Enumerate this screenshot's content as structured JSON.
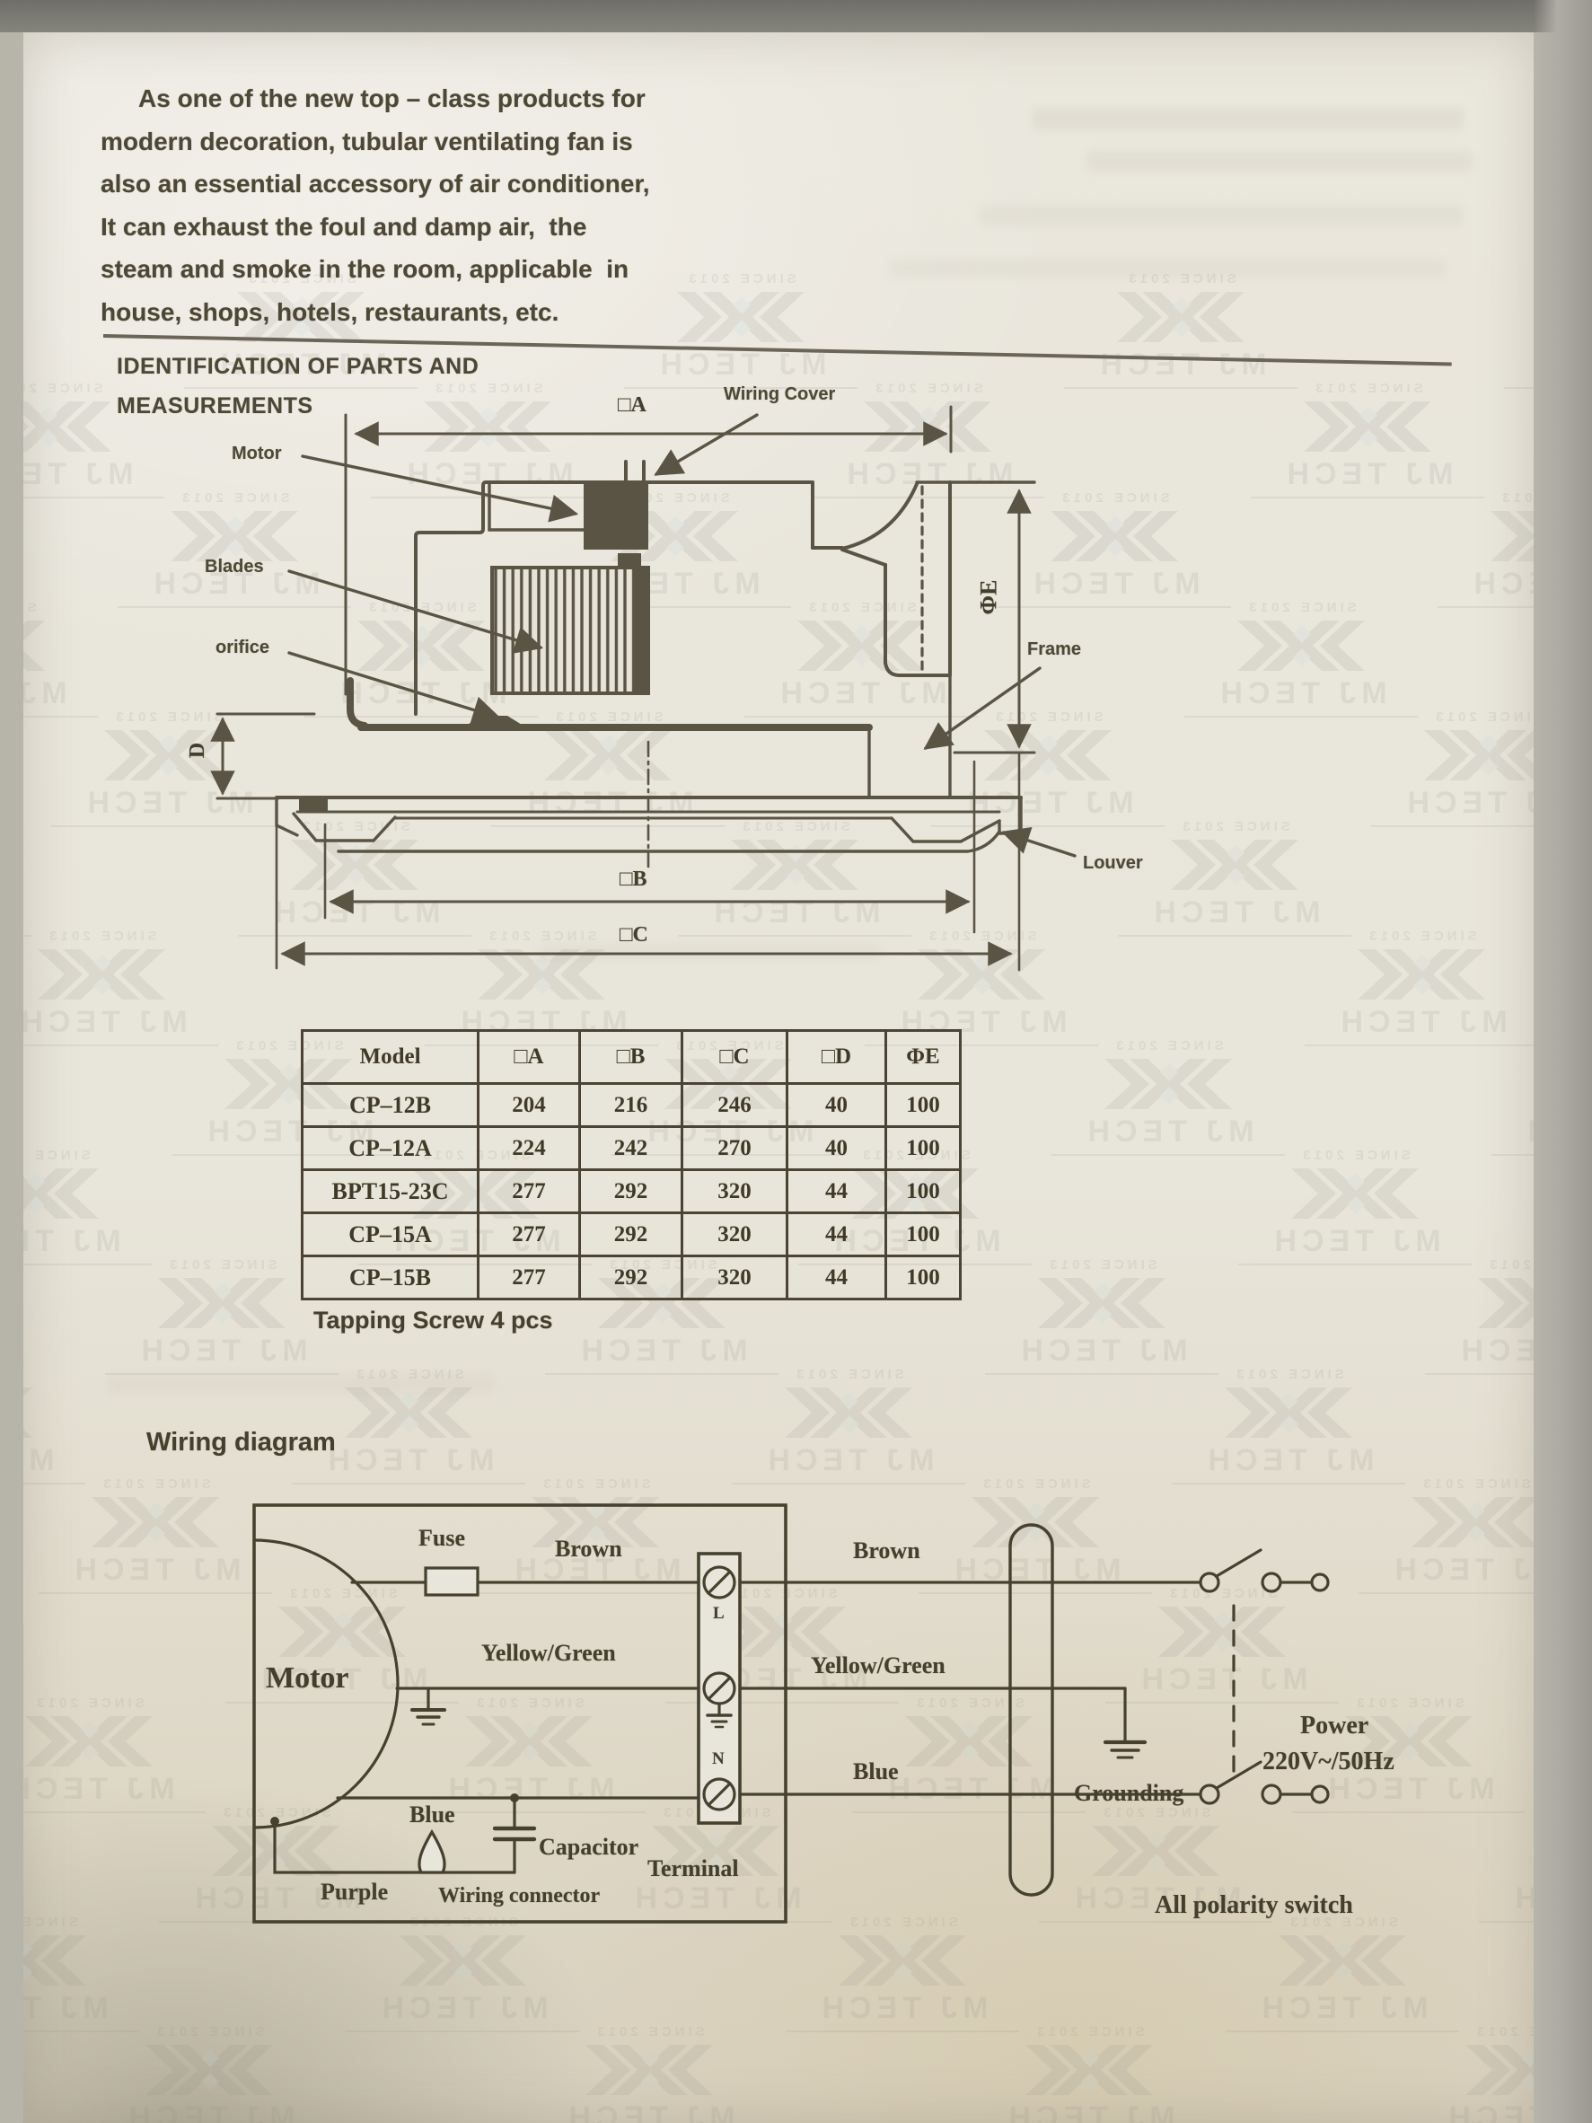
{
  "intro": {
    "lines": [
      "As one of the new top – class products for",
      "modern decoration, tubular ventilating fan is",
      "also an essential accessory of air conditioner,",
      "It can exhaust the foul and damp air,  the",
      "steam and smoke in the room, applicable  in",
      "house, shops, hotels, restaurants, etc."
    ]
  },
  "section": {
    "title_line1": "IDENTIFICATION OF PARTS AND",
    "title_line2": "MEASUREMENTS"
  },
  "diagram": {
    "labels": {
      "motor": "Motor",
      "blades": "Blades",
      "orifice": "orifice",
      "wiring_cover": "Wiring  Cover",
      "frame": "Frame",
      "louver": "Louver",
      "dim_a": "□A",
      "dim_b": "□B",
      "dim_c": "□C",
      "dim_d": "D",
      "dim_e": "ΦE"
    }
  },
  "table": {
    "headers": [
      "Model",
      "□A",
      "□B",
      "□C",
      "□D",
      "ΦE"
    ],
    "rows": [
      {
        "model": "CP–12B",
        "a": "204",
        "b": "216",
        "c": "246",
        "d": "40",
        "e": "100"
      },
      {
        "model": "CP–12A",
        "a": "224",
        "b": "242",
        "c": "270",
        "d": "40",
        "e": "100"
      },
      {
        "model": "BPT15-23C",
        "a": "277",
        "b": "292",
        "c": "320",
        "d": "44",
        "e": "100"
      },
      {
        "model": "CP–15A",
        "a": "277",
        "b": "292",
        "c": "320",
        "d": "44",
        "e": "100"
      },
      {
        "model": "CP–15B",
        "a": "277",
        "b": "292",
        "c": "320",
        "d": "44",
        "e": "100"
      }
    ],
    "note": "Tapping Screw 4 pcs"
  },
  "wiring": {
    "title": "Wiring  diagram",
    "labels": {
      "motor": "Motor",
      "fuse": "Fuse",
      "brown": "Brown",
      "yellow_green": "Yellow/Green",
      "blue": "Blue",
      "purple": "Purple",
      "capacitor": "Capacitor",
      "terminal": "Terminal",
      "wiring_connector": "Wiring connector",
      "l": "L",
      "n": "N",
      "grounding": "Grounding",
      "power1": "Power",
      "power2": "220V~/50Hz",
      "polarity": "All  polarity  switch"
    }
  },
  "watermark": {
    "since": "SINCE 2013",
    "name": "MJ TECH"
  },
  "colors": {
    "ink": "#4d4735",
    "line": "#5a5444",
    "wire": "#46412f",
    "paper": "#e8e5da",
    "wm_blue": "#b9d6dc"
  }
}
